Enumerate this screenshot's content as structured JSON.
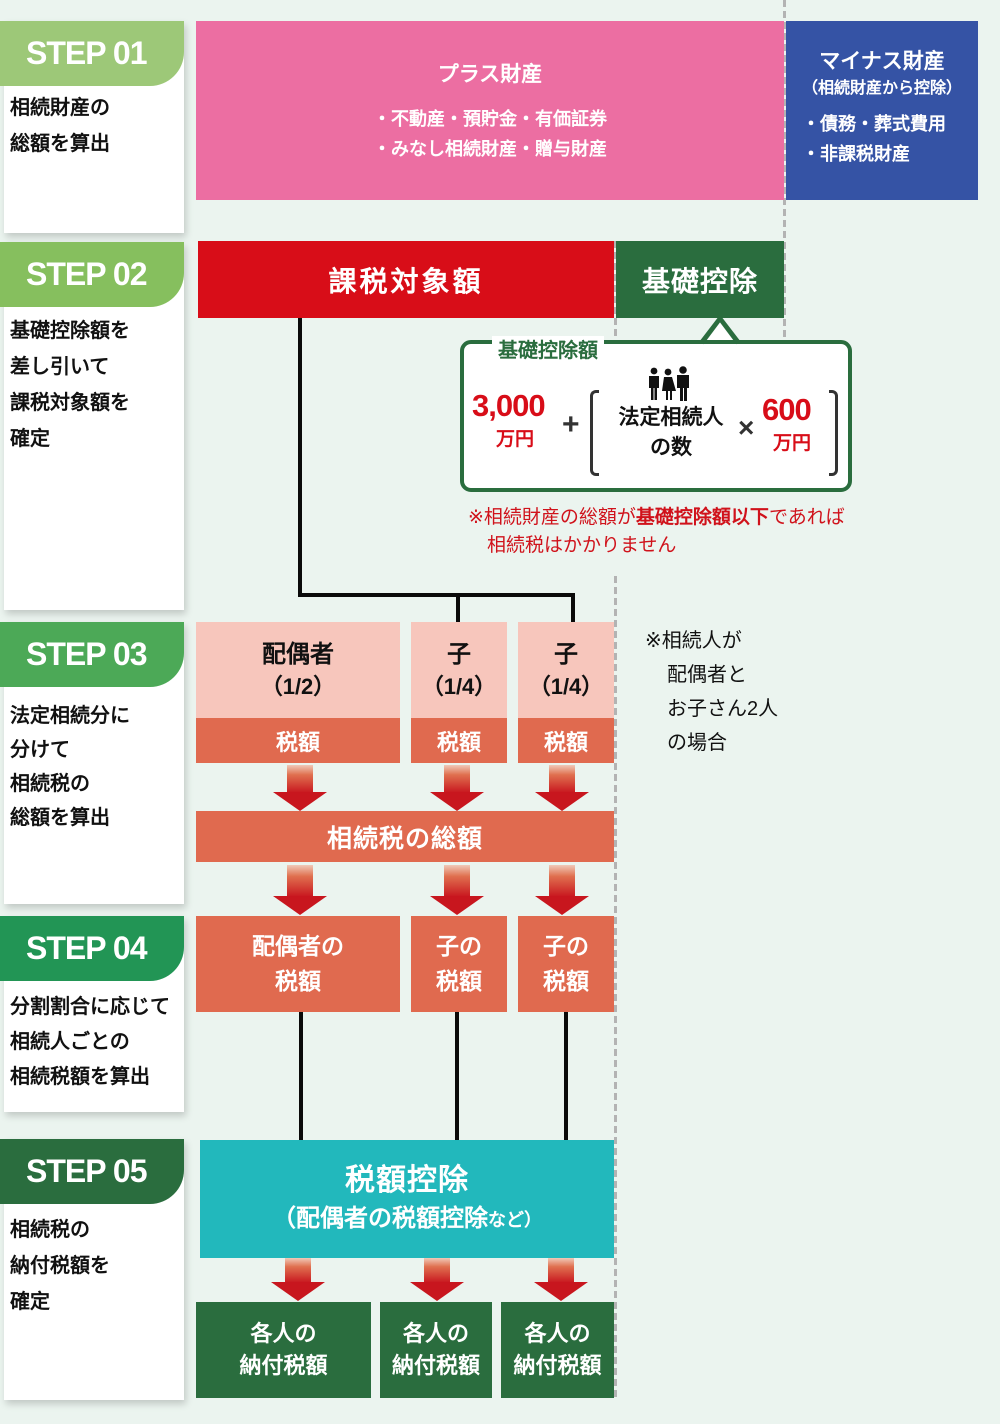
{
  "steps": [
    {
      "label": "STEP 01",
      "color": "#9DC878",
      "description": [
        "相続財産の",
        "総額を算出"
      ]
    },
    {
      "label": "STEP 02",
      "color": "#86BF5E",
      "description": [
        "基礎控除額を",
        "差し引いて",
        "課税対象額を",
        "確定"
      ]
    },
    {
      "label": "STEP 03",
      "color": "#4CA957",
      "description": [
        "法定相続分に",
        "分けて",
        "相続税の",
        "総額を算出"
      ]
    },
    {
      "label": "STEP 04",
      "color": "#229555",
      "description": [
        "分割割合に応じて",
        "相続人ごとの",
        "相続税額を算出"
      ]
    },
    {
      "label": "STEP 05",
      "color": "#2A6D3E",
      "description": [
        "相続税の",
        "納付税額を",
        "確定"
      ]
    }
  ],
  "step01": {
    "plus": {
      "title": "プラス財産",
      "items": [
        "・不動産・預貯金・有価証券",
        "・みなし相続財産・贈与財産"
      ]
    },
    "minus": {
      "title": "マイナス財産",
      "subtitle": "（相続財産から控除）",
      "items": [
        "・債務・葬式費用",
        "・非課税財産"
      ]
    }
  },
  "step02": {
    "taxable_amount": "課税対象額",
    "basic_deduction": "基礎控除",
    "callout": {
      "title": "基礎控除額",
      "base_amount": "3,000",
      "base_unit": "万円",
      "plus_sign": "+",
      "heirs_label": [
        "法定相続人",
        "の数"
      ],
      "times_sign": "×",
      "per_heir_amount": "600",
      "per_heir_unit": "万円"
    },
    "note": {
      "prefix": "※相続財産の総額が",
      "emphasis": "基礎控除額以下",
      "suffix": "であれば",
      "line2": "相続税はかかりません"
    }
  },
  "step03": {
    "heirs": [
      {
        "name": "配偶者",
        "share": "（1/2）",
        "tax": "税額"
      },
      {
        "name": "子",
        "share": "（1/4）",
        "tax": "税額"
      },
      {
        "name": "子",
        "share": "（1/4）",
        "tax": "税額"
      }
    ],
    "total": "相続税の総額",
    "side_note": [
      "※相続人が",
      "配偶者と",
      "お子さん2人",
      "の場合"
    ]
  },
  "step04": {
    "boxes": [
      [
        "配偶者の",
        "税額"
      ],
      [
        "子の",
        "税額"
      ],
      [
        "子の",
        "税額"
      ]
    ]
  },
  "step05": {
    "credit_title": "税額控除",
    "credit_sub_main": "（配偶者の税額控除",
    "credit_sub_small": "など）",
    "results": [
      [
        "各人の",
        "納付税額"
      ],
      [
        "各人の",
        "納付税額"
      ],
      [
        "各人の",
        "納付税額"
      ]
    ]
  },
  "colors": {
    "background": "#EBF4EF",
    "plus_assets": "#EC6EA2",
    "minus_assets": "#3553A5",
    "taxable": "#D80D18",
    "deduction_green": "#2A6D3E",
    "share_pink": "#F7C6BC",
    "tax_salmon": "#E06A4F",
    "credit_teal": "#22B8BC",
    "arrow_red": "#C8161E"
  }
}
